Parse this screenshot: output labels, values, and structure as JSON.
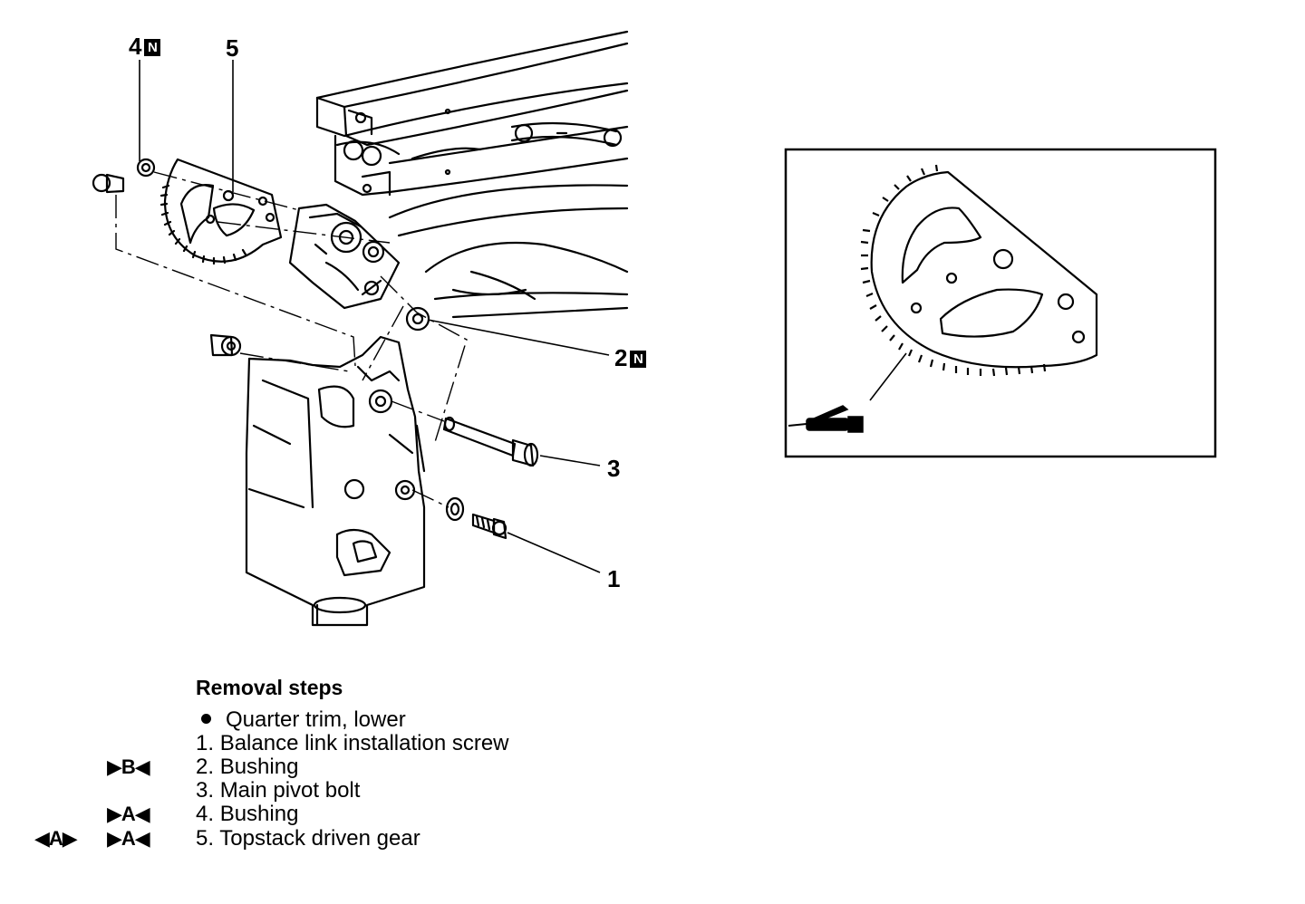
{
  "callouts": {
    "c4": {
      "num": "4",
      "badge": "N"
    },
    "c5": {
      "num": "5"
    },
    "c2": {
      "num": "2",
      "badge": "N"
    },
    "c3": {
      "num": "3"
    },
    "c1": {
      "num": "1"
    }
  },
  "removal": {
    "title": "Removal steps",
    "steps": [
      {
        "prefix": "",
        "text": "Quarter trim, lower",
        "mark": ""
      },
      {
        "prefix": "1.",
        "text": "Balance link installation screw",
        "mark": ""
      },
      {
        "prefix": "2.",
        "text": "Bushing",
        "mark": "▶B◀"
      },
      {
        "prefix": "3.",
        "text": "Main pivot bolt",
        "mark": ""
      },
      {
        "prefix": "4.",
        "text": "Bushing",
        "mark": "▶A◀"
      },
      {
        "prefix": "5.",
        "text": "Topstack driven gear",
        "mark": "▶A◀",
        "mark2": "◀A▶"
      }
    ]
  },
  "icons": [
    "grease-gun-icon"
  ]
}
